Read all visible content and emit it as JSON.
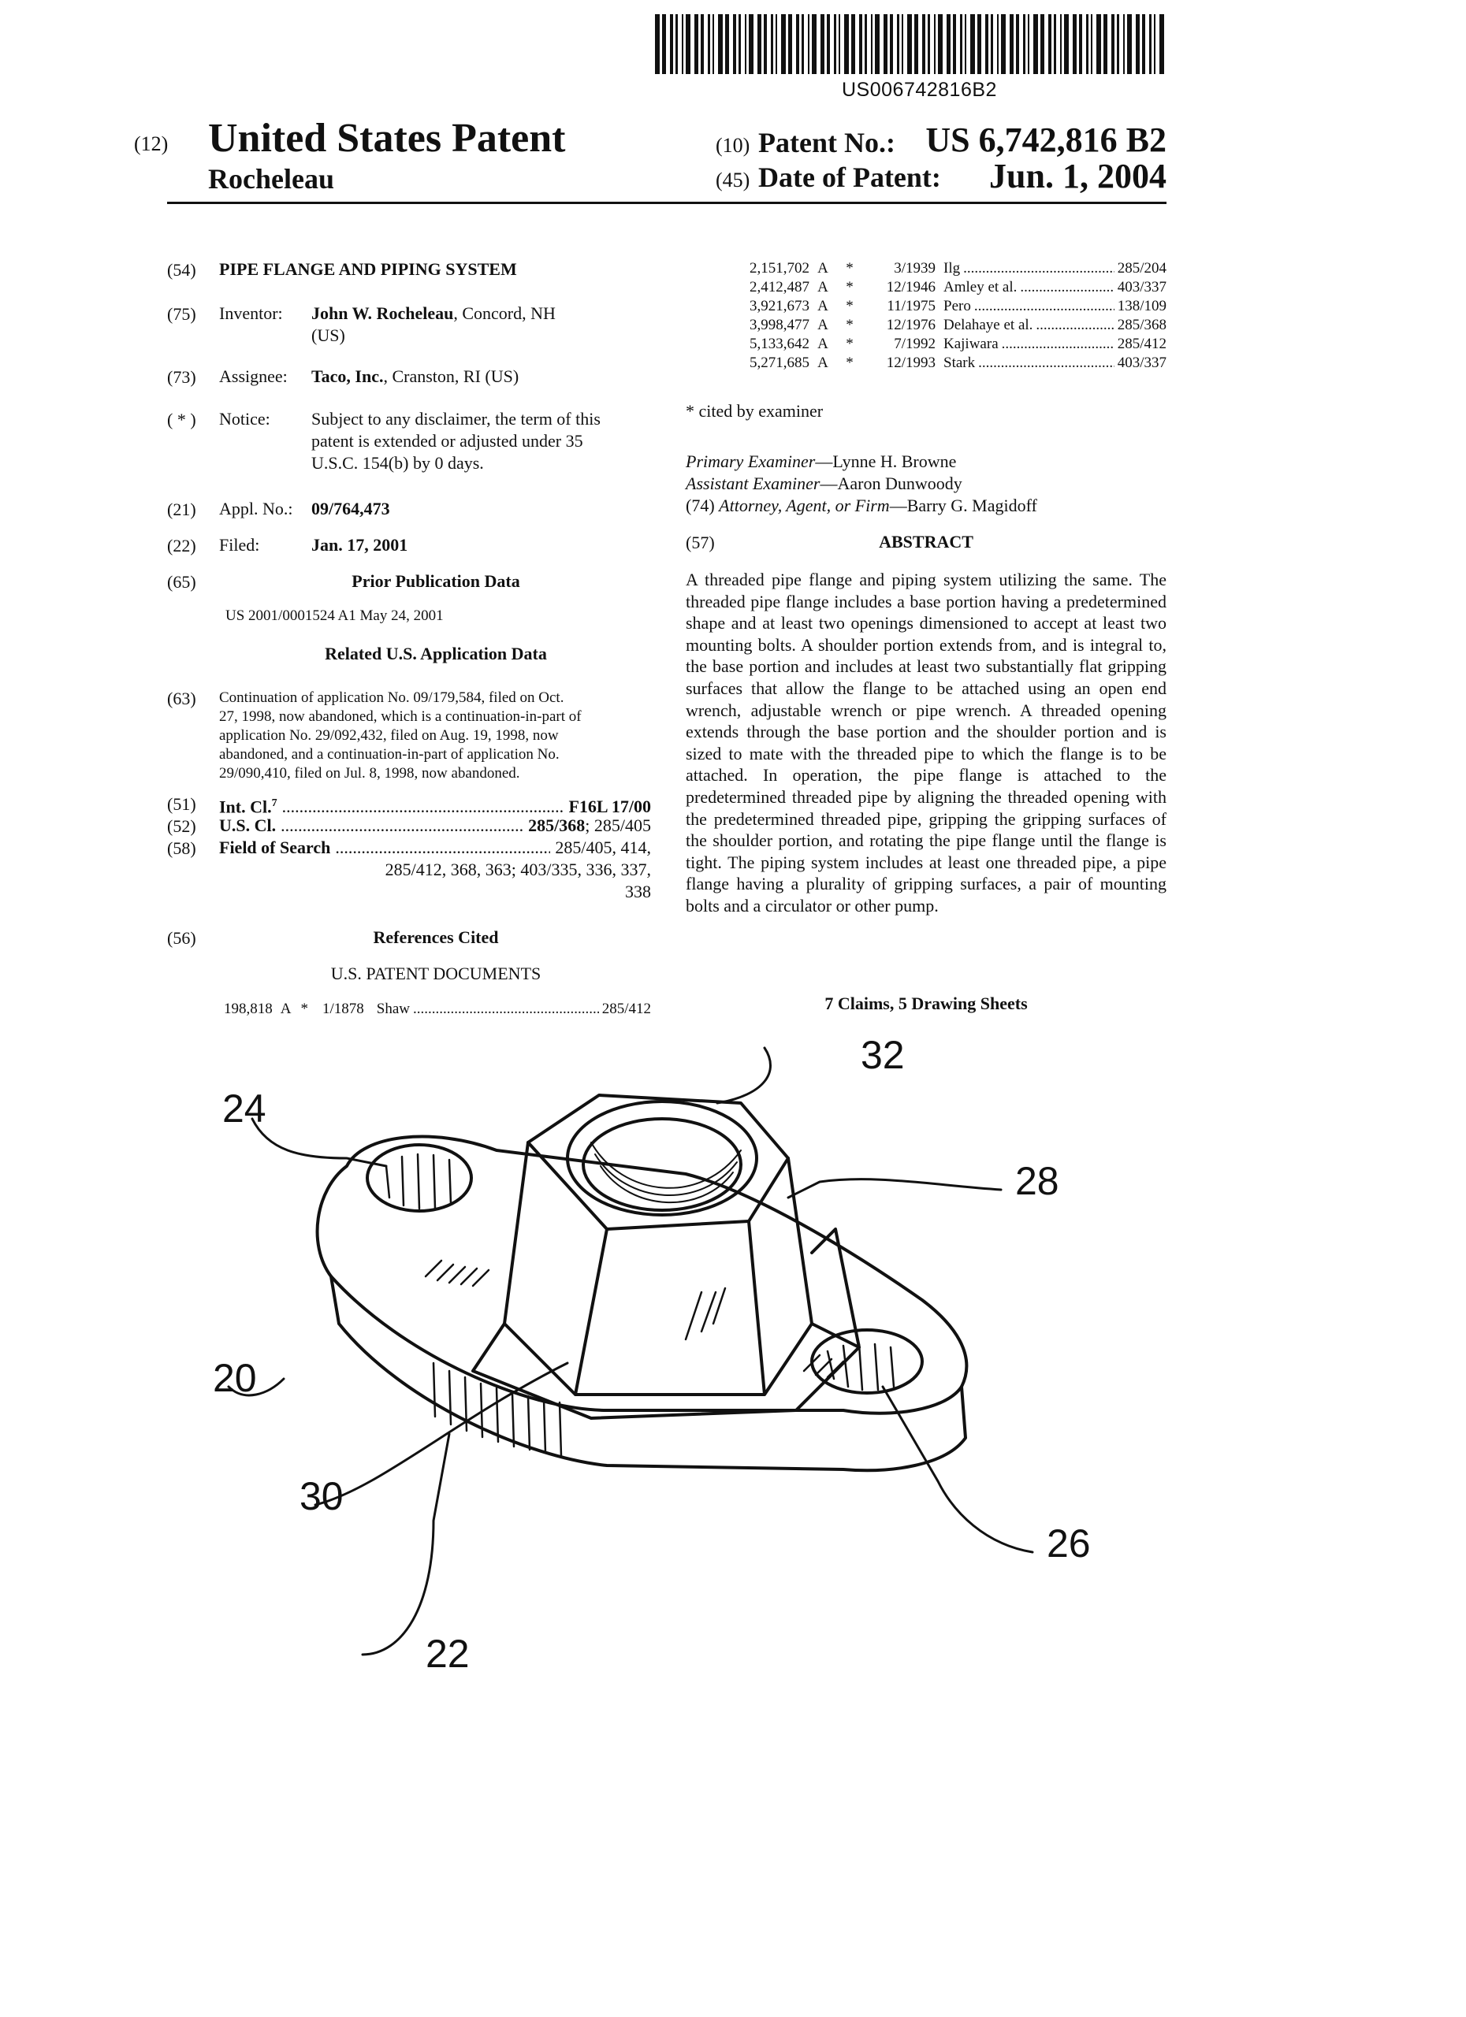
{
  "barcode_number": "US006742816B2",
  "header": {
    "code_12": "(12)",
    "doc_type": "United States Patent",
    "inventor_surname": "Rocheleau",
    "code_10": "(10)",
    "patent_no_label": "Patent No.:",
    "patent_no": "US 6,742,816 B2",
    "code_45": "(45)",
    "date_label": "Date of Patent:",
    "date": "Jun. 1, 2004"
  },
  "left": {
    "title_code": "(54)",
    "title": "PIPE FLANGE AND PIPING SYSTEM",
    "inventor_code": "(75)",
    "inventor_label": "Inventor:",
    "inventor_name": "John W. Rocheleau",
    "inventor_loc": ", Concord, NH",
    "inventor_country": "(US)",
    "assignee_code": "(73)",
    "assignee_label": "Assignee:",
    "assignee_name": "Taco, Inc.",
    "assignee_loc": ", Cranston, RI (US)",
    "notice_code": "( * )",
    "notice_label": "Notice:",
    "notice_lines": [
      "Subject to any disclaimer, the term of this",
      "patent is extended or adjusted under 35",
      "U.S.C. 154(b) by 0 days."
    ],
    "appl_code": "(21)",
    "appl_label": "Appl. No.:",
    "appl_no": "09/764,473",
    "filed_code": "(22)",
    "filed_label": "Filed:",
    "filed_date": "Jan. 17, 2001",
    "prior_code": "(65)",
    "prior_heading": "Prior Publication Data",
    "prior_text": "US 2001/0001524 A1 May 24, 2001",
    "related_heading": "Related U.S. Application Data",
    "cont_code": "(63)",
    "cont_lines": [
      "Continuation of application No. 09/179,584, filed on Oct.",
      "27, 1998, now abandoned, which is a continuation-in-part of",
      "application No. 29/092,432, filed on Aug. 19, 1998, now",
      "abandoned, and a continuation-in-part of application No.",
      "29/090,410, filed on Jul. 8, 1998, now abandoned."
    ],
    "intcl_code": "(51)",
    "intcl_label": "Int. Cl.",
    "intcl_sup": "7",
    "intcl_value": "F16L 17/00",
    "uscl_code": "(52)",
    "uscl_label": "U.S. Cl.",
    "uscl_value": "285/368",
    "uscl_value2": "; 285/405",
    "field_code": "(58)",
    "field_label": "Field of Search",
    "field_value1": "285/405, 414,",
    "field_value2": "285/412, 368, 363; 403/335, 336, 337,",
    "field_value3": "338",
    "refs_code": "(56)",
    "refs_heading": "References Cited",
    "us_docs_heading": "U.S. PATENT DOCUMENTS",
    "first_ref": {
      "num": "198,818",
      "kind": "A",
      "star": "*",
      "date": "1/1878",
      "name": "Shaw",
      "cls": "285/412"
    }
  },
  "right": {
    "refs": [
      {
        "num": "2,151,702",
        "kind": "A",
        "star": "*",
        "date": "3/1939",
        "name": "Ilg",
        "cls": "285/204"
      },
      {
        "num": "2,412,487",
        "kind": "A",
        "star": "*",
        "date": "12/1946",
        "name": "Amley et al.",
        "cls": "403/337"
      },
      {
        "num": "3,921,673",
        "kind": "A",
        "star": "*",
        "date": "11/1975",
        "name": "Pero",
        "cls": "138/109"
      },
      {
        "num": "3,998,477",
        "kind": "A",
        "star": "*",
        "date": "12/1976",
        "name": "Delahaye et al.",
        "cls": "285/368"
      },
      {
        "num": "5,133,642",
        "kind": "A",
        "star": "*",
        "date": "7/1992",
        "name": "Kajiwara",
        "cls": "285/412"
      },
      {
        "num": "5,271,685",
        "kind": "A",
        "star": "*",
        "date": "12/1993",
        "name": "Stark",
        "cls": "403/337"
      }
    ],
    "cited_note": "* cited by examiner",
    "primary_label": "Primary Examiner",
    "primary_name": "—Lynne H. Browne",
    "assistant_label": "Assistant Examiner",
    "assistant_name": "—Aaron Dunwoody",
    "attorney_code": "(74)",
    "attorney_label": "Attorney, Agent, or Firm",
    "attorney_name": "—Barry G. Magidoff",
    "abstract_code": "(57)",
    "abstract_heading": "ABSTRACT",
    "abstract": "A threaded pipe flange and piping system utilizing the same. The threaded pipe flange includes a base portion having a predetermined shape and at least two openings dimensioned to accept at least two mounting bolts. A shoulder portion extends from, and is integral to, the base portion and includes at least two substantially flat gripping surfaces that allow the flange to be attached using an open end wrench, adjustable wrench or pipe wrench. A threaded opening extends through the base portion and the shoulder portion and is sized to mate with the threaded pipe to which the flange is to be attached. In operation, the pipe flange is attached to the predetermined threaded pipe by aligning the threaded opening with the predetermined threaded pipe, gripping the gripping surfaces of the shoulder portion, and rotating the pipe flange until the flange is tight. The piping system includes at least one threaded pipe, a pipe flange having a plurality of gripping surfaces, a pair of mounting bolts and a circulator or other pump.",
    "claims_sheets": "7 Claims, 5 Drawing Sheets"
  },
  "figure_labels": {
    "l24": "24",
    "l32": "32",
    "l28": "28",
    "l20": "20",
    "l30": "30",
    "l26": "26",
    "l22": "22"
  }
}
